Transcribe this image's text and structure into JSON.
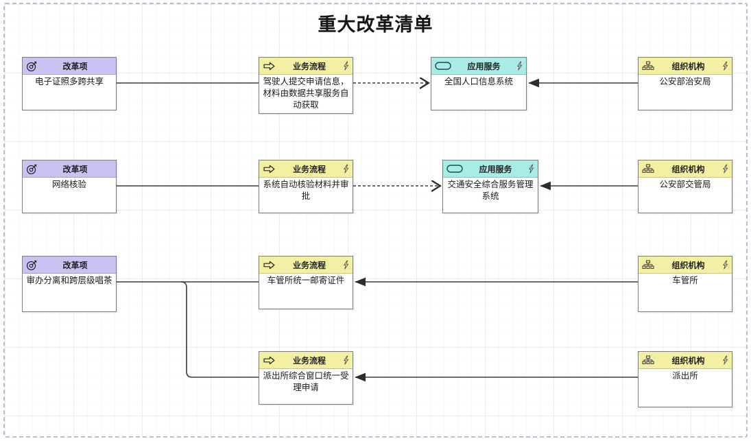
{
  "page": {
    "title": "重大改革清单"
  },
  "colors": {
    "reform_header": "#c9c3f1",
    "process_header": "#f4f0a3",
    "app_header": "#a9ece6",
    "org_header": "#f4f0a3",
    "connector": "#3a3a3a",
    "page_border": "#b5bfd4"
  },
  "nodes": {
    "reform1": {
      "type_label": "改革项",
      "name": "电子证照多跨共享"
    },
    "process1": {
      "type_label": "业务流程",
      "name": "驾驶人提交申请信息，材料由数据共享服务自动获取"
    },
    "app1": {
      "type_label": "应用服务",
      "name": "全国人口信息系统"
    },
    "org1": {
      "type_label": "组织机构",
      "name": "公安部治安局"
    },
    "reform2": {
      "type_label": "改革项",
      "name": "网络核验"
    },
    "process2": {
      "type_label": "业务流程",
      "name": "系统自动核验材料并审批"
    },
    "app2": {
      "type_label": "应用服务",
      "name": "交通安全综合服务管理系统"
    },
    "org2": {
      "type_label": "组织机构",
      "name": "公安部交管局"
    },
    "reform3": {
      "type_label": "改革项",
      "name": "审办分离和跨层级唱茶"
    },
    "process3": {
      "type_label": "业务流程",
      "name": "车管所统一邮寄证件"
    },
    "org3": {
      "type_label": "组织机构",
      "name": "车管所"
    },
    "process4": {
      "type_label": "业务流程",
      "name": "派出所综合窗口统一受理申请"
    },
    "org4": {
      "type_label": "组织机构",
      "name": "派出所"
    }
  },
  "edges": [
    {
      "from": "reform1",
      "to": "process1",
      "style": "plain-line"
    },
    {
      "from": "process1",
      "to": "app1",
      "style": "dashed-open-arrow"
    },
    {
      "from": "org1",
      "to": "app1",
      "style": "solid-filled-arrow"
    },
    {
      "from": "reform2",
      "to": "process2",
      "style": "plain-line"
    },
    {
      "from": "process2",
      "to": "app2",
      "style": "dashed-open-arrow"
    },
    {
      "from": "org2",
      "to": "app2",
      "style": "solid-filled-arrow"
    },
    {
      "from": "reform3",
      "to": "process3",
      "style": "plain-line"
    },
    {
      "from": "reform3",
      "to": "process4",
      "style": "plain-line"
    },
    {
      "from": "org3",
      "to": "process3",
      "style": "solid-filled-arrow"
    },
    {
      "from": "org4",
      "to": "process4",
      "style": "solid-filled-arrow"
    }
  ],
  "icons": {
    "reform": "target-icon",
    "process": "right-arrow-icon",
    "app": "pill-icon",
    "org": "org-chart-icon",
    "badge": "lightning-icon"
  }
}
